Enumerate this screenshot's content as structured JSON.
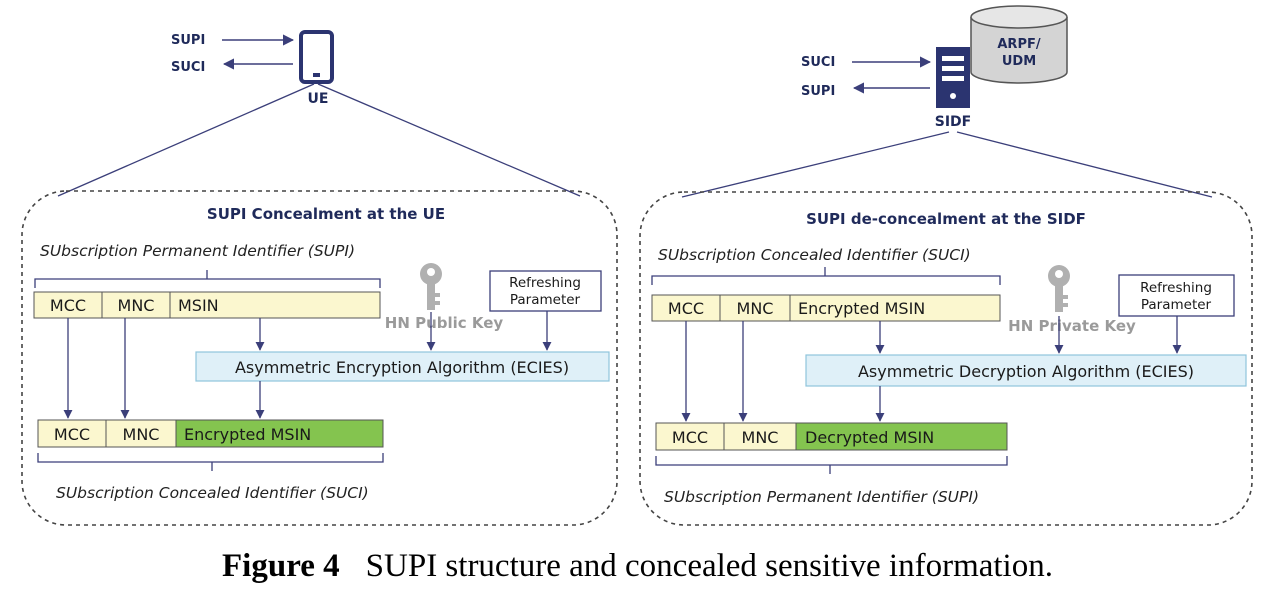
{
  "ue": {
    "label": "UE",
    "in_label": "SUPI",
    "out_label": "SUCI"
  },
  "sidf": {
    "label": "SIDF",
    "in_label": "SUCI",
    "out_label": "SUPI",
    "db_line1": "ARPF/",
    "db_line2": "UDM"
  },
  "left": {
    "title": "SUPI Concealment at the UE",
    "top_label": "SUbscription Permanent Identifier (SUPI)",
    "bottom_label": "SUbscription Concealed Identifier (SUCI)",
    "input": [
      "MCC",
      "MNC",
      "MSIN"
    ],
    "output": [
      "MCC",
      "MNC",
      "Encrypted MSIN"
    ],
    "key_label": "HN Public Key",
    "refresh_line1": "Refreshing",
    "refresh_line2": "Parameter",
    "algorithm": "Asymmetric Encryption Algorithm (ECIES)"
  },
  "right": {
    "title": "SUPI de-concealment at the SIDF",
    "top_label": "SUbscription Concealed Identifier (SUCI)",
    "bottom_label": "SUbscription Permanent Identifier (SUPI)",
    "input": [
      "MCC",
      "MNC",
      "Encrypted MSIN"
    ],
    "output": [
      "MCC",
      "MNC",
      "Decrypted MSIN"
    ],
    "key_label": "HN Private Key",
    "refresh_line1": "Refreshing",
    "refresh_line2": "Parameter",
    "algorithm": "Asymmetric Decryption Algorithm (ECIES)"
  },
  "caption": {
    "number": "Figure 4",
    "text": "SUPI structure and concealed sensitive information."
  },
  "colors": {
    "field_fill": "#fbf7cf",
    "encrypted_fill": "#84c44f",
    "algo_fill": "#dff0f8",
    "algo_stroke": "#8fc4dc",
    "line": "#3b3f7a"
  }
}
